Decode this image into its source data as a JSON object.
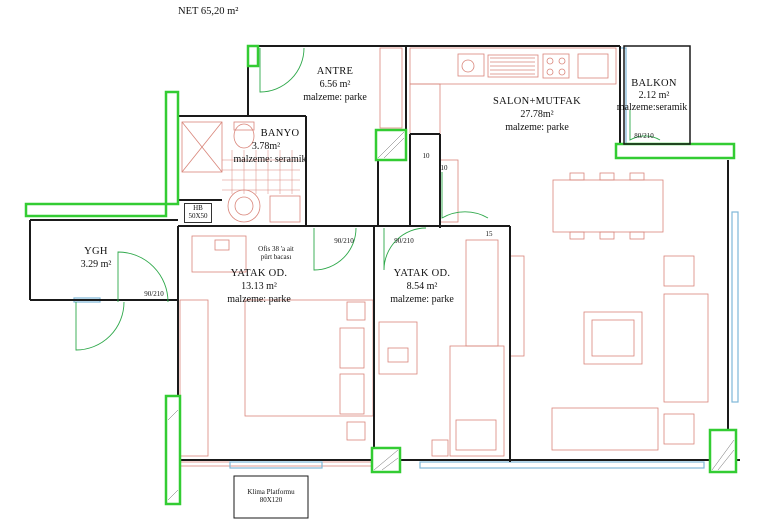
{
  "title": "NET 65,20 m²",
  "rooms": {
    "antre": {
      "name": "ANTRE",
      "area": "6.56 m²",
      "material": "malzeme: parke"
    },
    "salon": {
      "name": "SALON+MUTFAK",
      "area": "27.78m²",
      "material": "malzeme: parke"
    },
    "balkon": {
      "name": "BALKON",
      "area": "2.12 m²",
      "material": "malzeme:seramik"
    },
    "banyo": {
      "name": "BANYO",
      "area": "3.78m²",
      "material": "malzeme: seramik"
    },
    "ygh": {
      "name": "YGH",
      "area": "3.29 m²"
    },
    "yatak1": {
      "name": "YATAK OD.",
      "area": "13.13 m²",
      "material": "malzeme: parke"
    },
    "yatak2": {
      "name": "YATAK OD.",
      "area": "8.54 m²",
      "material": "malzeme: parke"
    }
  },
  "doors": {
    "balkon": "80/210",
    "ygh": "90/210",
    "yatak1": "90/210",
    "yatak2": "90/210"
  },
  "labels": {
    "hb_line1": "HB",
    "hb_line2": "50X50",
    "ofis_line1": "Ofis 38 'a ait",
    "ofis_line2": "pürt bacası",
    "dim_a": "10",
    "dim_b": "10",
    "dim_c": "15",
    "klima_line1": "Klima Platformu",
    "klima_line2": "80X120"
  },
  "colors": {
    "wall": "#1a1a1a",
    "structure": "#33cc33",
    "furniture": "#d9857a",
    "door_swing": "#2ea84a",
    "window": "#7fb8d8"
  }
}
